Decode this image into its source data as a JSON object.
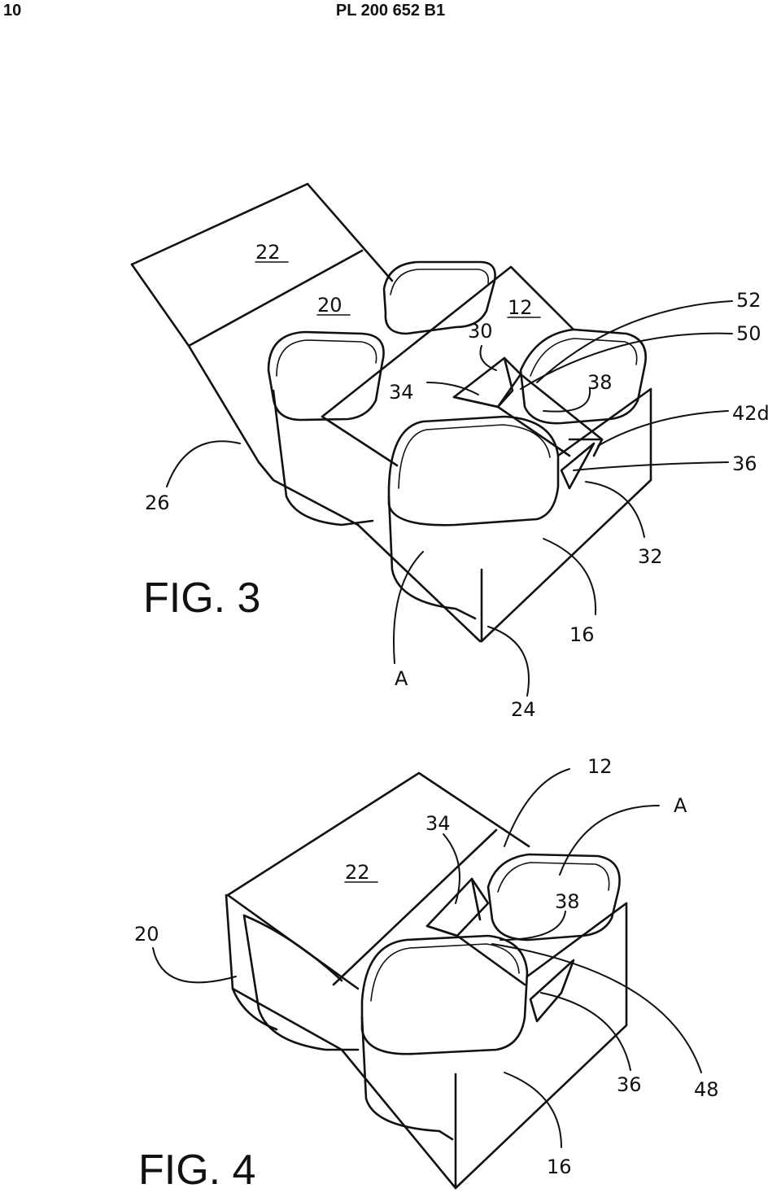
{
  "header": {
    "page_number": "10",
    "document_id": "PL 200 652 B1"
  },
  "figures": [
    {
      "caption": "FIG. 3",
      "reference_numerals": [
        "22",
        "20",
        "12",
        "30",
        "52",
        "50",
        "38",
        "34",
        "42d",
        "36",
        "26",
        "32",
        "16",
        "A",
        "24"
      ]
    },
    {
      "caption": "FIG. 4",
      "reference_numerals": [
        "12",
        "A",
        "34",
        "22",
        "38",
        "20",
        "36",
        "48",
        "16"
      ]
    }
  ]
}
